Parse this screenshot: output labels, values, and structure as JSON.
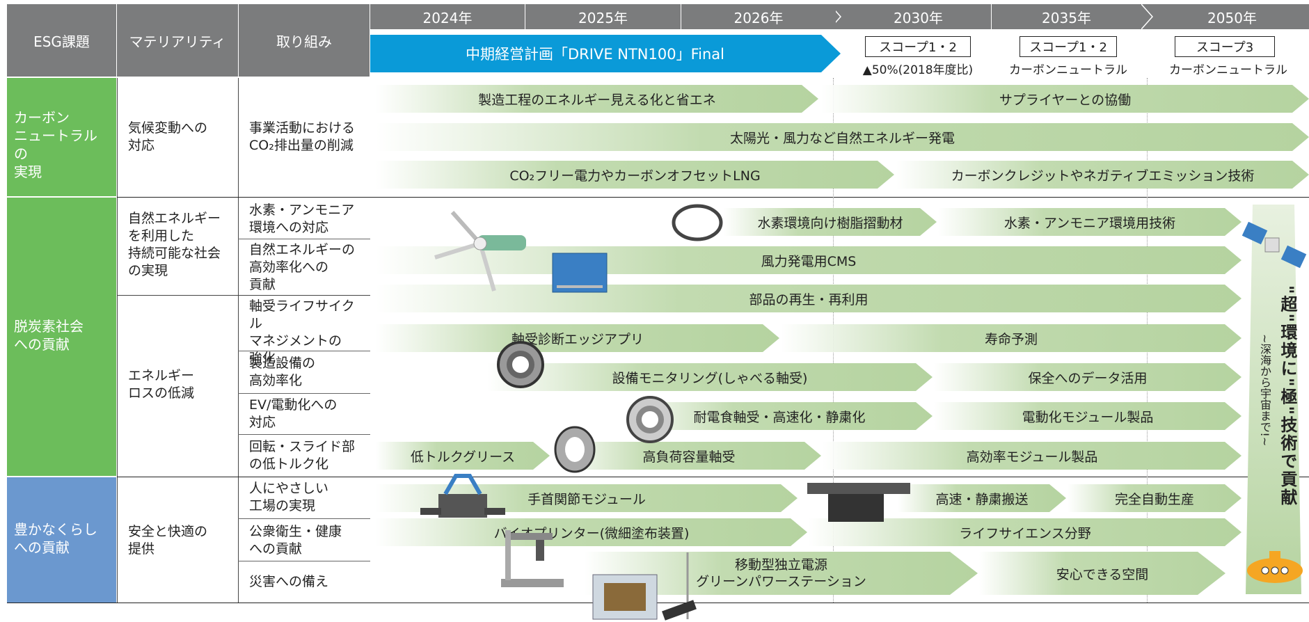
{
  "header": {
    "col_esg": "ESG課題",
    "col_materiality": "マテリアリティ",
    "col_initiative": "取り組み",
    "years": [
      "2024年",
      "2025年",
      "2026年",
      "2030年",
      "2035年",
      "2050年"
    ]
  },
  "plan_banner": "中期経営計画「DRIVE NTN100」Final",
  "scopes": [
    {
      "box": "スコープ1・2",
      "sub": "▲50%(2018年度比)"
    },
    {
      "box": "スコープ1・2",
      "sub": "カーボンニュートラル"
    },
    {
      "box": "スコープ3",
      "sub": "カーボンニュートラル"
    }
  ],
  "esg": {
    "carbon": "カーボン\nニュートラルの\n実現",
    "decarb": "脱炭素社会\nへの貢献",
    "life": "豊かなくらし\nへの貢献"
  },
  "materiality": {
    "climate": "気候変動への\n対応",
    "natural": "自然エネルギー\nを利用した\n持続可能な社会\nの実現",
    "energy_loss": "エネルギー\nロスの低減",
    "safety": "安全と快適の\n提供"
  },
  "initiatives": {
    "co2": "事業活動における\nCO₂排出量の削減",
    "hydrogen": "水素・アンモニア\n環境への対応",
    "efficiency": "自然エネルギーの\n高効率化への\n貢献",
    "lifecycle": "軸受ライフサイクル\nマネジメントの\n強化",
    "equipment": "製造設備の\n高効率化",
    "ev": "EV/電動化への\n対応",
    "torque": "回転・スライド部\nの低トルク化",
    "factory": "人にやさしい\n工場の実現",
    "health": "公衆衛生・健康\nへの貢献",
    "disaster": "災害への備え"
  },
  "arrows": {
    "r1a": "製造工程のエネルギー見える化と省エネ",
    "r1b": "サプライヤーとの協働",
    "r2": "太陽光・風力など自然エネルギー発電",
    "r3a": "CO₂フリー電力やカーボンオフセットLNG",
    "r3b": "カーボンクレジットやネガティブエミッション技術",
    "r4a": "水素環境向け樹脂摺動材",
    "r4b": "水素・アンモニア環境用技術",
    "r5": "風力発電用CMS",
    "r6": "部品の再生・再利用",
    "r7a": "軸受診断エッジアプリ",
    "r7b": "寿命予測",
    "r8a": "設備モニタリング(しゃべる軸受)",
    "r8b": "保全へのデータ活用",
    "r9a": "耐電食軸受・高速化・静粛化",
    "r9b": "電動化モジュール製品",
    "r10a": "低トルクグリース",
    "r10b": "高負荷容量軸受",
    "r10c": "高効率モジュール製品",
    "r11a": "手首関節モジュール",
    "r11b": "高速・静粛搬送",
    "r11c": "完全自動生産",
    "r12a": "バイオプリンター(微細塗布装置)",
    "r12b": "ライフサイエンス分野",
    "r13a": "移動型独立電源\nグリーンパワーステーション",
    "r13b": "安心できる空間"
  },
  "vertical_main": "\"超\"環境に\"極\"技術で貢献",
  "vertical_sub": "~深海から宇宙まで!~",
  "colors": {
    "header_gray": "#7b7c7d",
    "plan_blue": "#0a9ad8",
    "carbon_green": "#6cbd5b",
    "decarb_green": "#6cbd5b",
    "life_blue": "#6b98cf",
    "arrow_green": "#b5d3a0"
  }
}
